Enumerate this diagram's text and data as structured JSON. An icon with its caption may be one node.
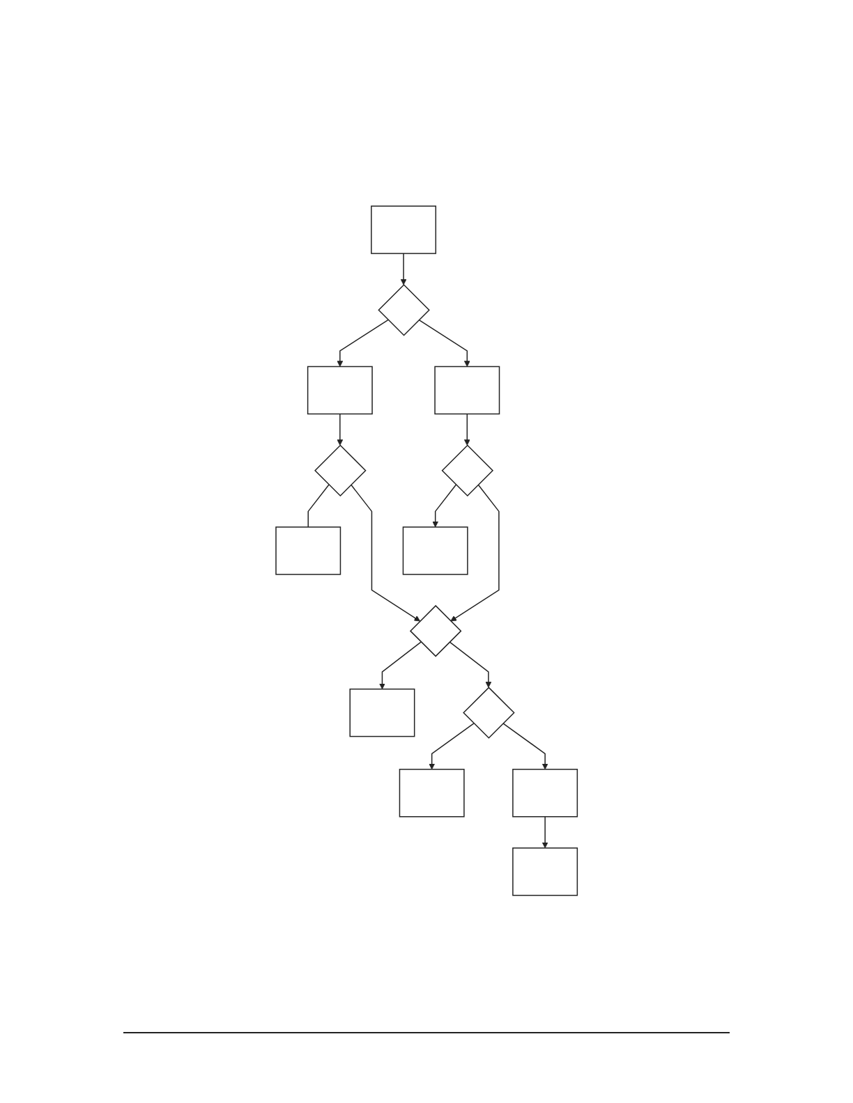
{
  "diagram": {
    "nodes": [
      {
        "text": [],
        "shape": "box"
      },
      {
        "text": [],
        "shape": "diamond"
      },
      {
        "text": [],
        "shape": "box"
      },
      {
        "text": [],
        "shape": "diamond"
      },
      {
        "text": [],
        "shape": "box"
      },
      {
        "text": [],
        "shape": "box"
      },
      {
        "text": [],
        "shape": "diamond"
      },
      {
        "text": [],
        "shape": "box"
      },
      {
        "text": [],
        "shape": "diamond"
      },
      {
        "text": [],
        "shape": "box"
      },
      {
        "text": [],
        "shape": "diamond"
      },
      {
        "text": [],
        "shape": "box"
      },
      {
        "text": [],
        "shape": "box"
      },
      {
        "text": [],
        "shape": "box"
      }
    ],
    "edges": [
      {
        "from": 0,
        "to": 1,
        "arrow": "to"
      },
      {
        "from": 1,
        "to": 2,
        "arrow": "to"
      },
      {
        "from": 1,
        "to": 4,
        "arrow": "to"
      },
      {
        "from": 2,
        "to": 3,
        "arrow": "to"
      },
      {
        "from": 3,
        "to": 5,
        "arrow": "none"
      },
      {
        "from": 4,
        "to": 6,
        "arrow": "to"
      },
      {
        "from": 6,
        "to": 7,
        "arrow": "to"
      },
      {
        "from": 6,
        "to": 8,
        "arrow": "to"
      },
      {
        "from": 3,
        "to": 8,
        "arrow": "to"
      },
      {
        "from": 8,
        "to": 9,
        "arrow": "to"
      },
      {
        "from": 8,
        "to": 10,
        "arrow": "to"
      },
      {
        "from": 10,
        "to": 11,
        "arrow": "to"
      },
      {
        "from": 10,
        "to": 12,
        "arrow": "to"
      },
      {
        "from": 12,
        "to": 13,
        "arrow": "to"
      }
    ]
  }
}
